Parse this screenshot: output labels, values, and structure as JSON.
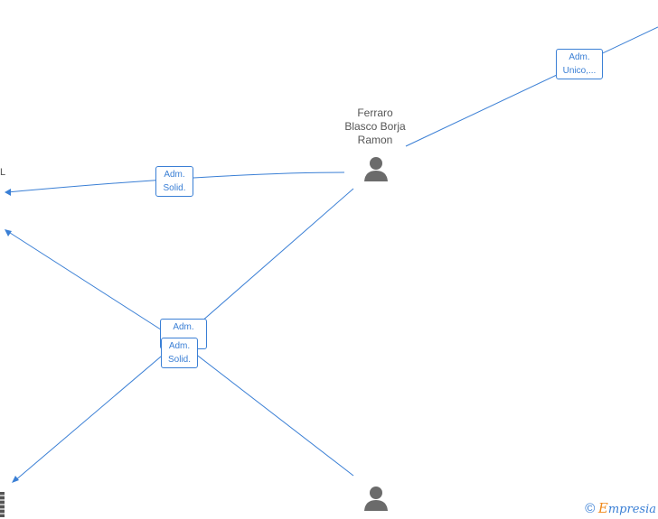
{
  "nodes": {
    "person_center": {
      "name_lines": [
        "Ferraro",
        "Blasco Borja",
        "Ramon"
      ],
      "icon": "person-icon"
    },
    "person_bottom": {
      "name_lines": [],
      "icon": "person-icon"
    }
  },
  "roles": {
    "top_right": [
      "Adm.",
      "Unico,..."
    ],
    "left": [
      "Adm.",
      "Solid."
    ],
    "center_upper": [
      "Adm."
    ],
    "center_lower": [
      "Adm.",
      "Solid."
    ]
  },
  "edge_labels": {
    "left_cut": "L"
  },
  "brand": {
    "copyright": "©",
    "initial": "E",
    "rest": "mpresia"
  },
  "colors": {
    "edge": "#3a7fd5",
    "icon": "#6b6b6b",
    "brand_accent": "#f08a1c"
  }
}
